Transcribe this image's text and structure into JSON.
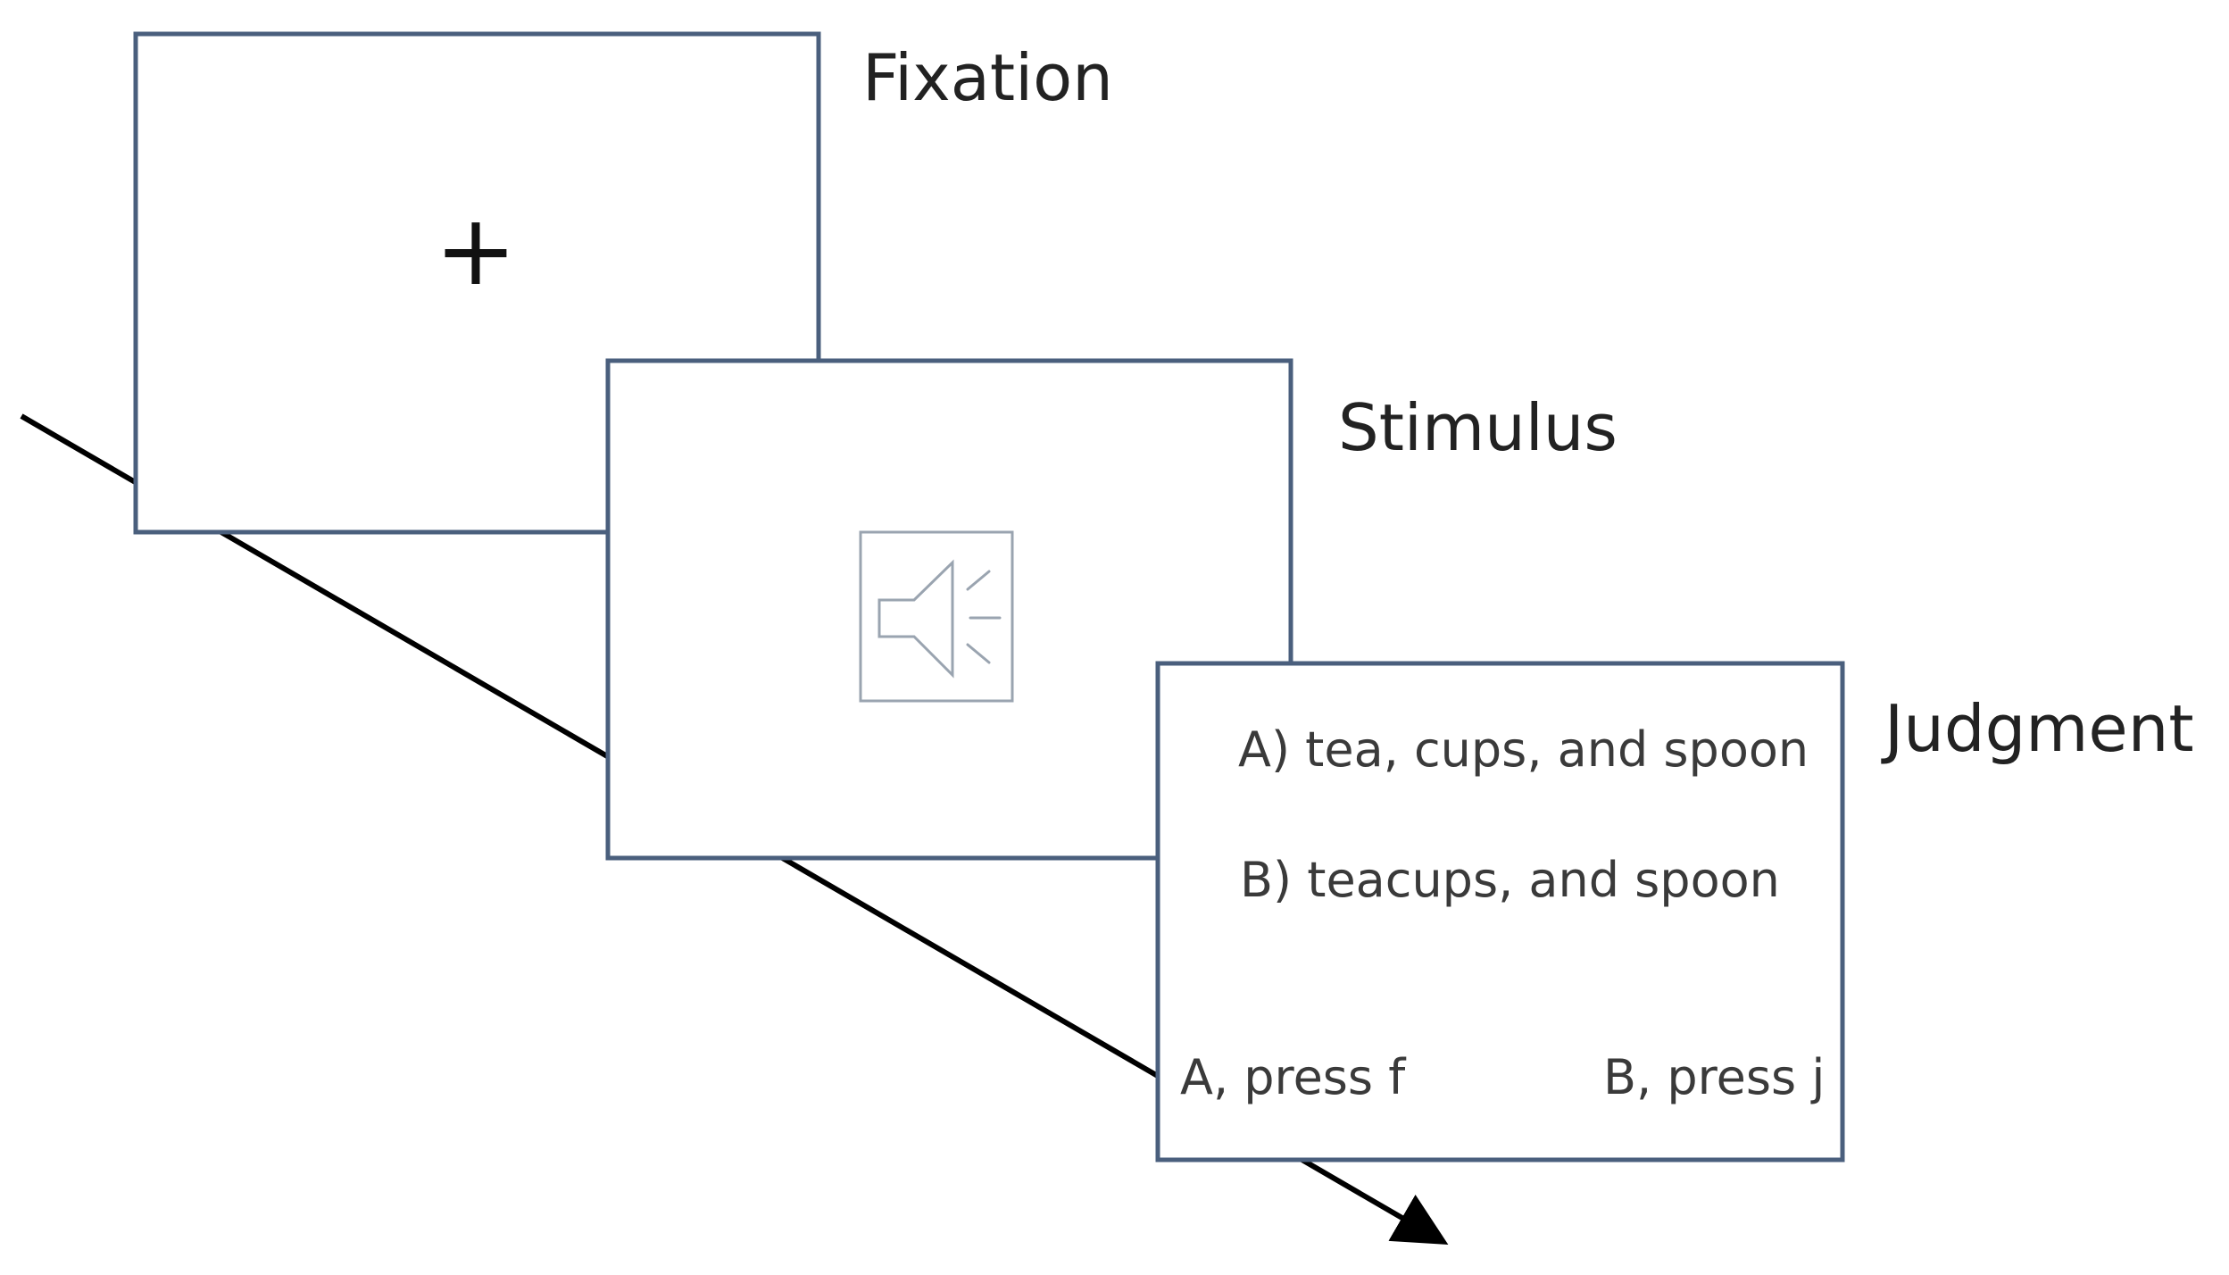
{
  "stages": {
    "fixation": {
      "label": "Fixation",
      "symbol": "+"
    },
    "stimulus": {
      "label": "Stimulus",
      "icon": "speaker-icon"
    },
    "judgment": {
      "label": "Judgment",
      "option_a": "A) tea, cups, and spoon",
      "option_b": "B) teacups, and spoon",
      "key_a": "A, press f",
      "key_b": "B, press j"
    }
  },
  "colors": {
    "frame_border": "#4a5f7d",
    "timeline": "#000000",
    "speaker_icon": "#9aa4b0"
  }
}
